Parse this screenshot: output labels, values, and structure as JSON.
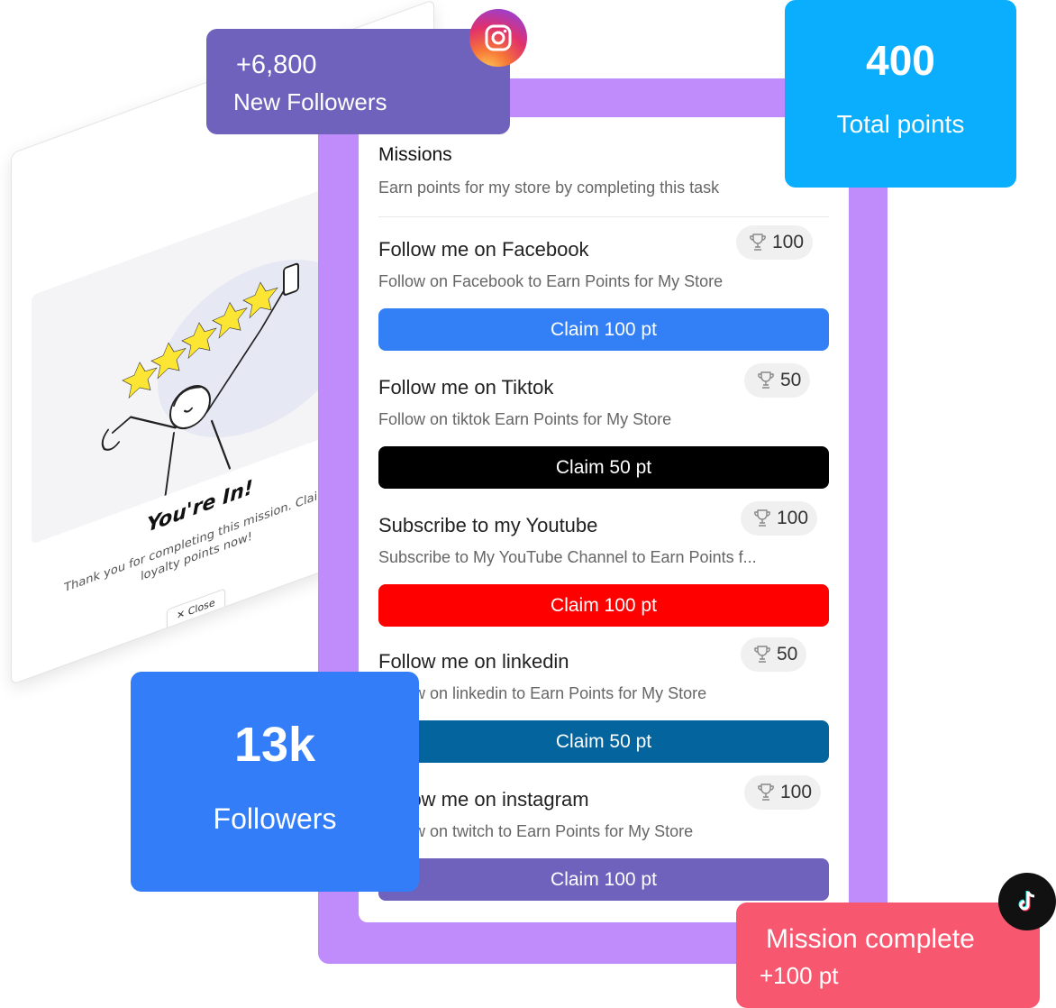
{
  "youre_in": {
    "title": "You're In!",
    "message": "Thank you for completing this mission. Claim loyalty points now!",
    "close_label": "Close",
    "close_glyph": "✕"
  },
  "missions": {
    "title": "Missions",
    "subtitle": "Earn points for my store by completing this task",
    "items": [
      {
        "title": "Follow me on Facebook",
        "points": "100",
        "description": "Follow on Facebook to Earn Points for My Store",
        "button_label": "Claim 100 pt",
        "button_color": "#3380f6"
      },
      {
        "title": "Follow me on Tiktok",
        "points": "50",
        "description": "Follow on tiktok Earn Points for My Store",
        "button_label": "Claim 50 pt",
        "button_color": "#000000"
      },
      {
        "title": "Subscribe to my Youtube",
        "points": "100",
        "description": "Subscribe to My YouTube Channel to Earn Points f...",
        "button_label": "Claim 100 pt",
        "button_color": "#fe0000"
      },
      {
        "title": "Follow me on linkedin",
        "points": "50",
        "description": "Follow on linkedin to Earn Points for My Store",
        "button_label": "Claim 50 pt",
        "button_color": "#04649e"
      },
      {
        "title": "Follow me on instagram",
        "points": "100",
        "description": "Follow on twitch to Earn Points for My Store",
        "button_label": "Claim 100 pt",
        "button_color": "#6f62bd"
      }
    ]
  },
  "new_followers": {
    "count": "+6,800",
    "label": "New Followers"
  },
  "total_points": {
    "value": "400",
    "label": "Total points"
  },
  "followers": {
    "value": "13k",
    "label": "Followers"
  },
  "mission_complete": {
    "title": "Mission complete",
    "points": "+100 pt"
  },
  "icons": {
    "instagram": "instagram-icon",
    "tiktok": "tiktok-icon",
    "trophy": "trophy-icon",
    "close": "close-icon"
  },
  "colors": {
    "frame": "#c08cfb",
    "new_followers_card": "#6f62bd",
    "total_points_card": "#0aaefc",
    "followers_card": "#337ef8",
    "mission_complete_card": "#f7576f",
    "stars": "#fde533"
  }
}
